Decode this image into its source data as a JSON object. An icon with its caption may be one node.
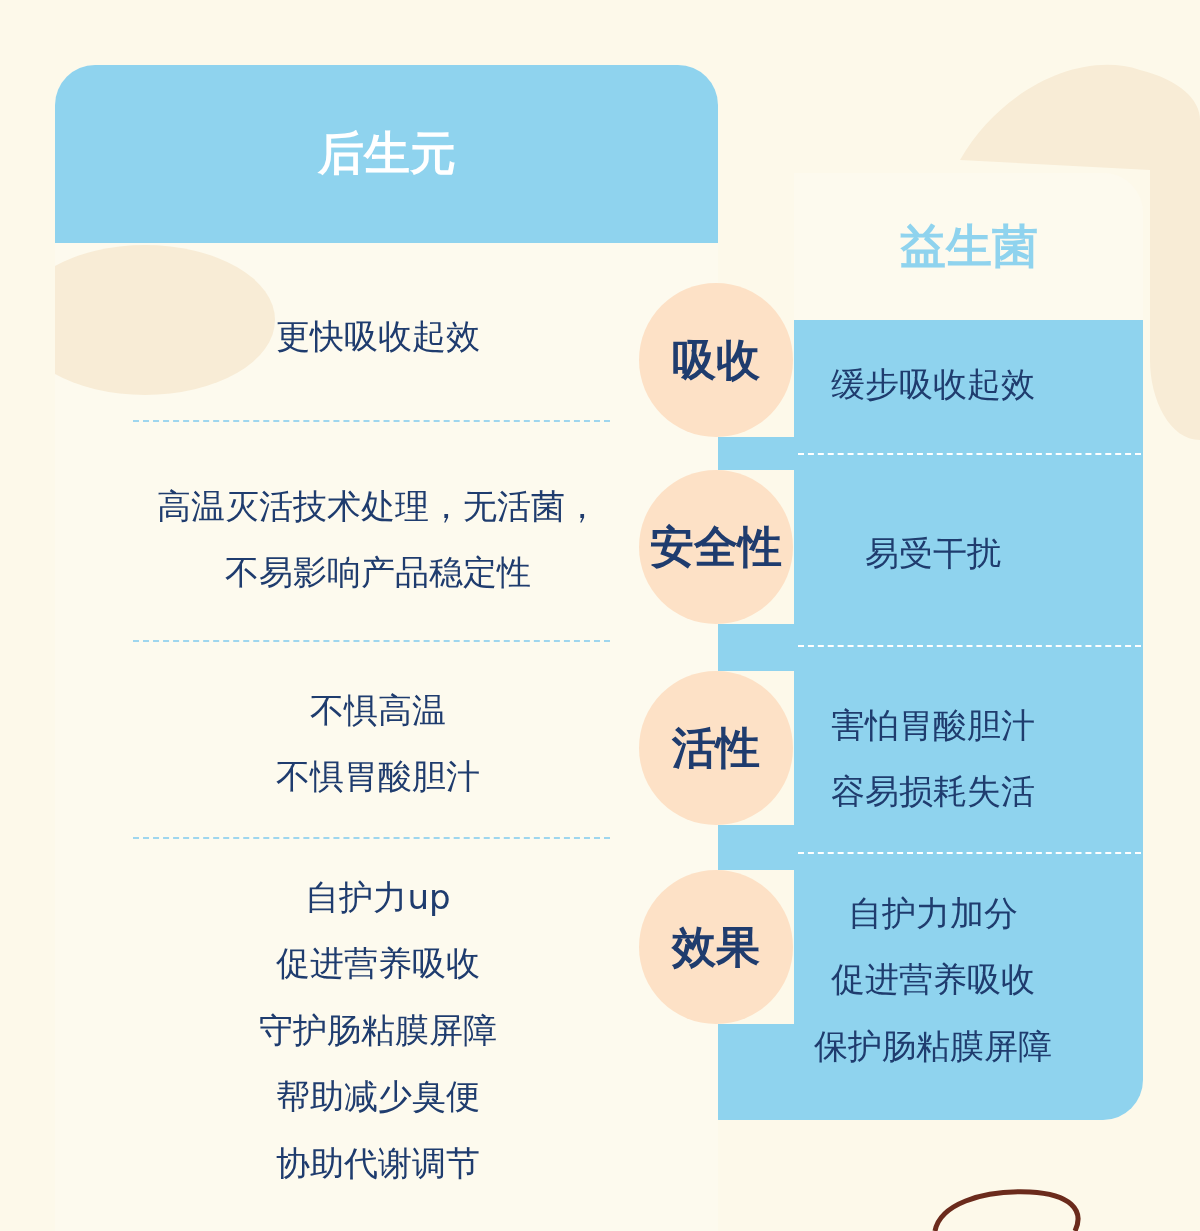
{
  "diagram": {
    "nodes": [
      {
        "text": [
          "后生元"
        ]
      },
      {
        "text": [
          "益生菌"
        ]
      },
      {
        "text": [
          "吸收"
        ]
      },
      {
        "text": [
          "安全性"
        ]
      },
      {
        "text": [
          "活性"
        ]
      },
      {
        "text": [
          "效果"
        ]
      }
    ],
    "labels": [
      "更快吸收起效",
      "缓步吸收起效",
      "高温灭活技术处理，无活菌，不易影响产品稳定性",
      "易受干扰",
      "不惧高温",
      "不惧胃酸胆汁",
      "害怕胃酸胆汁",
      "容易损耗失活",
      "自护力up",
      "促进营养吸收",
      "守护肠粘膜屏障",
      "帮助减少臭便",
      "协助代谢调节",
      "自护力加分",
      "促进营养吸收",
      "保护肠粘膜屏障"
    ]
  }
}
